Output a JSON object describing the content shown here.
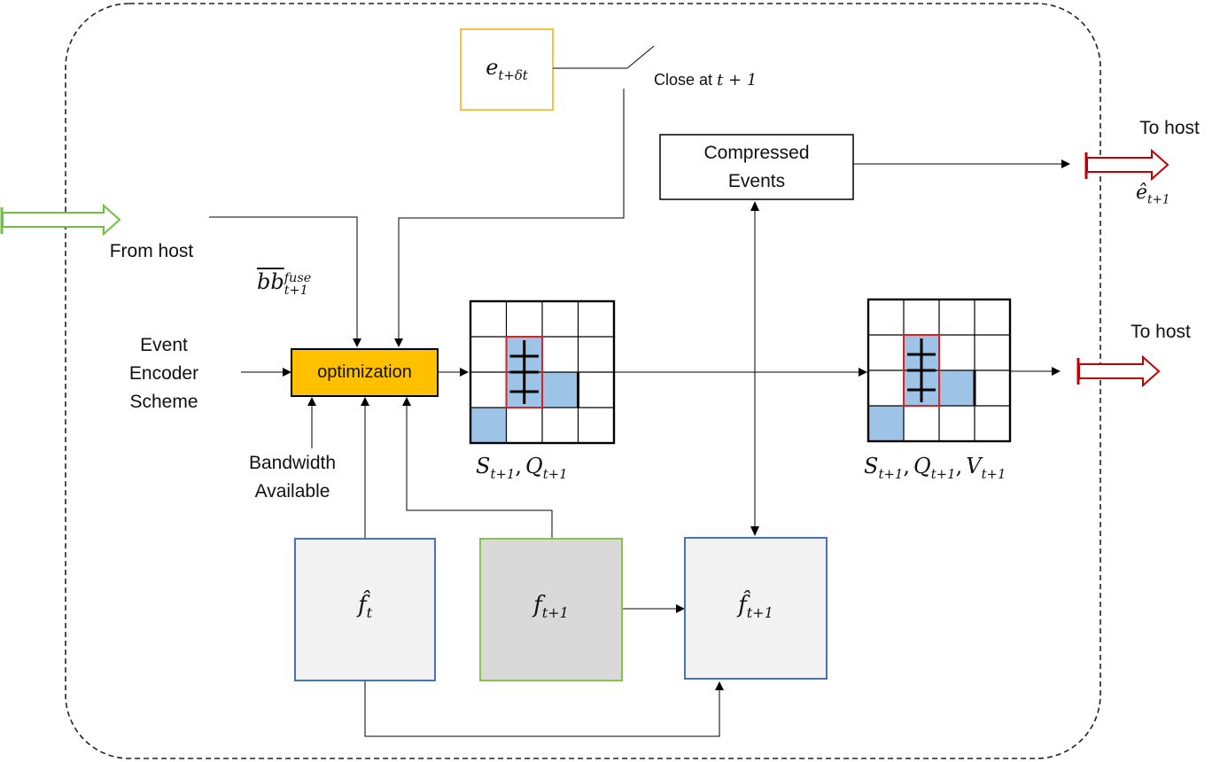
{
  "labels": {
    "from_host": "From host",
    "to_host_top": "To host",
    "to_host_mid": "To host",
    "close_at": "Close at",
    "close_at_time": "t + 1",
    "compressed_line1": "Compressed",
    "compressed_line2": "Events",
    "event_encoder_l1": "Event",
    "event_encoder_l2": "Encoder",
    "event_encoder_l3": "Scheme",
    "bandwidth_l1": "Bandwidth",
    "bandwidth_l2": "Available",
    "optimization": "optimization"
  },
  "math": {
    "event_base": "e",
    "event_sub": "t+δt",
    "e_hat_base": "ê",
    "e_hat_sub": "t+1",
    "bb_base": "bb",
    "bb_sup": "fuse",
    "bb_sub": "t+1",
    "sq_left": "S",
    "sq_left_sub": "t+1",
    "sq_right": "Q",
    "sq_right_sub": "t+1",
    "sqv_s": "S",
    "sqv_s_sub": "t+1",
    "sqv_q": "Q",
    "sqv_q_sub": "t+1",
    "sqv_v": "V",
    "sqv_v_sub": "t+1",
    "f_hat_t_base": "f̂",
    "f_hat_t_sub": "t",
    "f_t1_base": "f",
    "f_t1_sub": "t+1",
    "f_hat_t1_base": "f̂",
    "f_hat_t1_sub": "t+1",
    "comma": ","
  },
  "colors": {
    "optimization_fill": "#FFC000",
    "event_box_border": "#F5C242",
    "f_hat_border": "#4472C4",
    "f_hat_fill": "#F2F2F2",
    "f_t1_border": "#8BC34A",
    "f_t1_fill": "#D9D9D9",
    "cell_blue": "#9DC3E6",
    "highlight_red": "#E02020",
    "input_arrow": "#70C040",
    "output_arrow": "#C00000"
  }
}
